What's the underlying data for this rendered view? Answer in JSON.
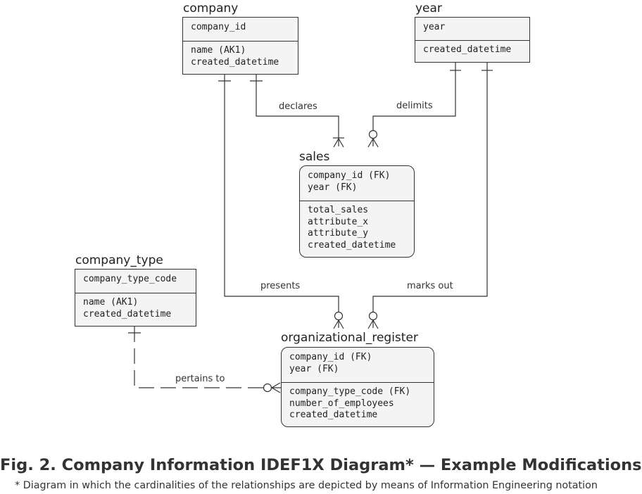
{
  "entities": {
    "company": {
      "name": "company",
      "keys": [
        "company_id"
      ],
      "attributes": [
        "name (AK1)",
        "created_datetime"
      ]
    },
    "year": {
      "name": "year",
      "keys": [
        "year"
      ],
      "attributes": [
        "created_datetime"
      ]
    },
    "sales": {
      "name": "sales",
      "keys": [
        "company_id (FK)",
        "year (FK)"
      ],
      "attributes": [
        "total_sales",
        "attribute_x",
        "attribute_y",
        "created_datetime"
      ]
    },
    "company_type": {
      "name": "company_type",
      "keys": [
        "company_type_code"
      ],
      "attributes": [
        "name (AK1)",
        "created_datetime"
      ]
    },
    "organizational_register": {
      "name": "organizational_register",
      "keys": [
        "company_id (FK)",
        "year (FK)"
      ],
      "attributes": [
        "company_type_code (FK)",
        "number_of_employees",
        "created_datetime"
      ]
    }
  },
  "relationships": {
    "declares": "declares",
    "delimits": "delimits",
    "presents": "presents",
    "marks_out": "marks out",
    "pertains_to": "pertains to"
  },
  "caption": {
    "title": "Fig. 2. Company Information IDEF1X Diagram* — Example Modifications",
    "note": "* Diagram in which the cardinalities of the relationships are depicted by means of Information Engineering notation"
  }
}
